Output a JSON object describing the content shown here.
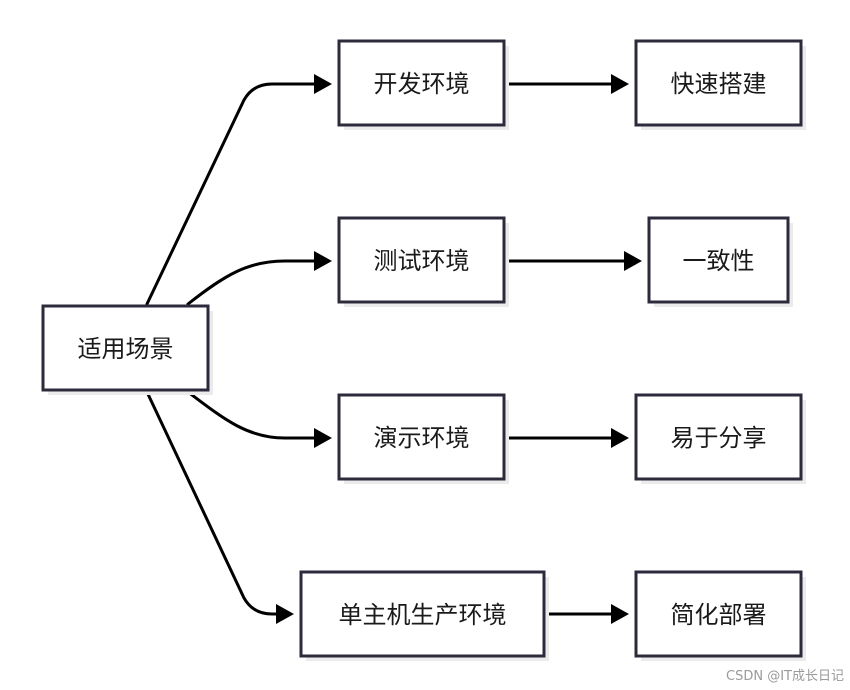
{
  "nodes": {
    "root": "适用场景",
    "dev": "开发环境",
    "test": "测试环境",
    "demo": "演示环境",
    "prod": "单主机生产环境",
    "quick": "快速搭建",
    "consistency": "一致性",
    "share": "易于分享",
    "simplify": "简化部署"
  },
  "watermark": "CSDN @IT成长日记",
  "colors": {
    "box_border": "#2e2a3c",
    "edge": "#000000",
    "shadow": "#ebebeb",
    "watermark": "#9a9a9a"
  }
}
